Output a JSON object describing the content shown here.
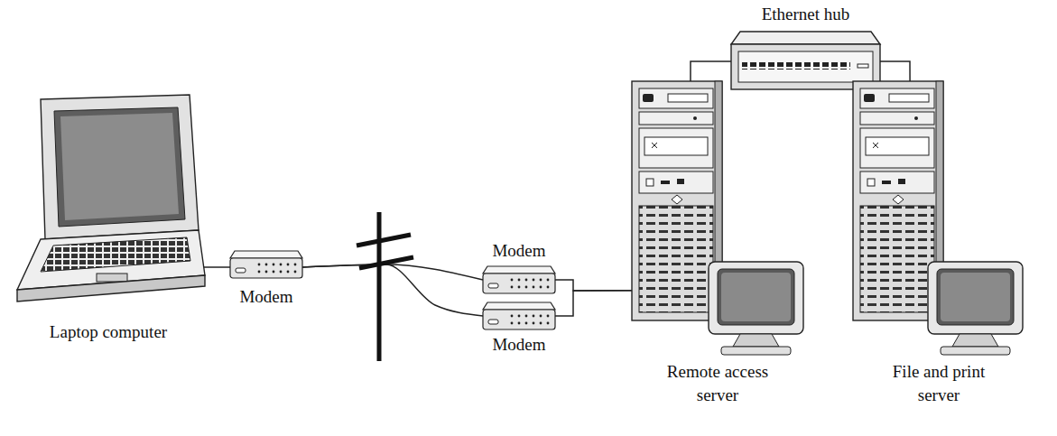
{
  "diagram": {
    "nodes": [
      {
        "text": [
          "Laptop computer"
        ]
      },
      {
        "text": [
          "Modem"
        ]
      },
      {
        "text": [
          "Modem"
        ]
      },
      {
        "text": [
          "Modem"
        ]
      },
      {
        "text": [
          "Remote access server"
        ]
      },
      {
        "text": [
          "File and print server"
        ]
      },
      {
        "text": [
          "Ethernet hub"
        ]
      }
    ],
    "edges": [
      {
        "from": 0,
        "to": 1,
        "arrow": "none"
      },
      {
        "from": 1,
        "to": 2,
        "arrow": "none"
      },
      {
        "from": 1,
        "to": 3,
        "arrow": "none"
      },
      {
        "from": 2,
        "to": 4,
        "arrow": "none"
      },
      {
        "from": 3,
        "to": 4,
        "arrow": "none"
      },
      {
        "from": 4,
        "to": 6,
        "arrow": "none"
      },
      {
        "from": 6,
        "to": 5,
        "arrow": "none"
      }
    ]
  }
}
